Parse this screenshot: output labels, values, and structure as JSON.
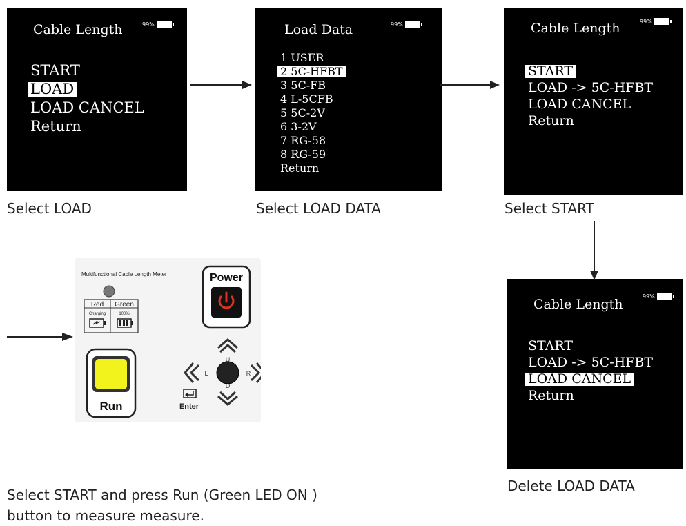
{
  "screens": {
    "s1": {
      "title": "Cable Length",
      "battery": "99%",
      "items": [
        "START",
        "LOAD",
        "LOAD CANCEL",
        "Return"
      ],
      "selected": 1
    },
    "s2": {
      "title": "Load Data",
      "battery": "99%",
      "items": [
        "1 USER",
        "2 5C-HFBT",
        "3 5C-FB",
        "4 L-5CFB",
        "5 5C-2V",
        "6 3-2V",
        "7 RG-58",
        "8 RG-59",
        "Return"
      ],
      "selected": 1
    },
    "s3": {
      "title": "Cable Length",
      "battery": "99%",
      "items": [
        "START",
        "LOAD -> 5C-HFBT",
        "LOAD CANCEL",
        "Return"
      ],
      "selected": 0
    },
    "s4": {
      "title": "Cable Length",
      "battery": "99%",
      "items": [
        "START",
        "LOAD -> 5C-HFBT",
        "LOAD CANCEL",
        "Return"
      ],
      "selected": 2
    }
  },
  "captions": {
    "c1": "Select LOAD",
    "c2": "Select LOAD DATA",
    "c3": "Select START",
    "c4": "Delete LOAD DATA",
    "bottom_line1": "Select START and press Run (Green LED ON )",
    "bottom_line2": "button to measure measure."
  },
  "device": {
    "header": "Multifunctional  Cable Length Meter",
    "power_label": "Power",
    "led_red": "Red",
    "led_green": "Green",
    "charging": "Charging",
    "full": "100%",
    "run_label": "Run",
    "up": "U",
    "down": "D",
    "left": "L",
    "right": "R",
    "enter": "Enter"
  },
  "colors": {
    "screen_bg": "#000000",
    "run_button": "#f2f21c",
    "power_icon": "#e03020"
  }
}
